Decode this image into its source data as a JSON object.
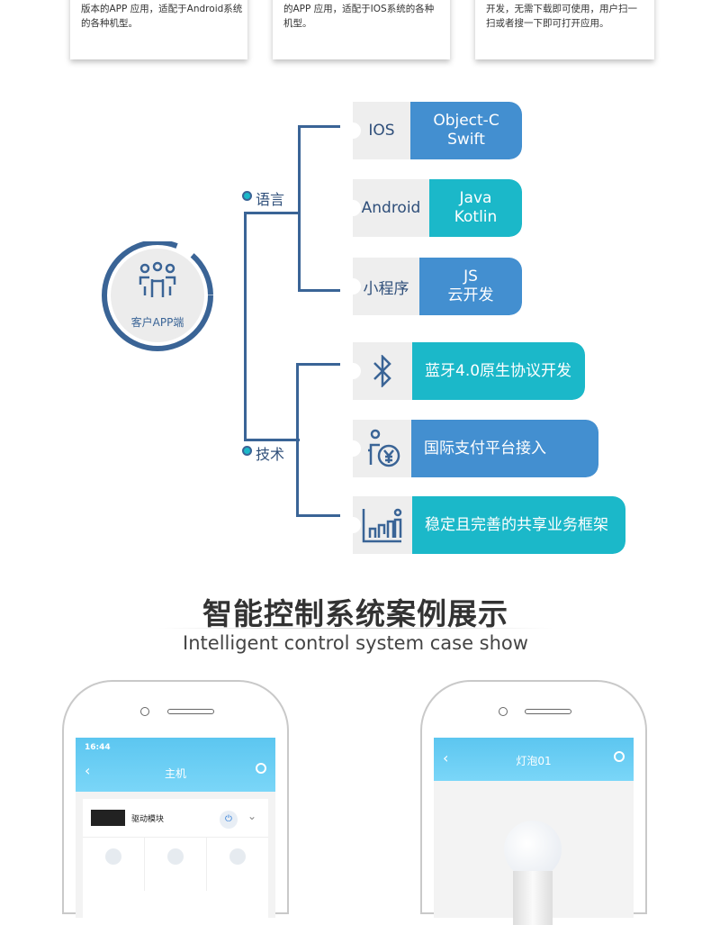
{
  "cards": [
    {
      "lines": [
        "版本的APP 应用，适配于Android系统",
        "的各种机型。"
      ]
    },
    {
      "lines": [
        "的APP 应用，适配于IOS系统的各种",
        "机型。"
      ]
    },
    {
      "lines": [
        "开发，无需下载即可使用，用户扫一",
        "扫或者搜一下即可打开应用。"
      ]
    }
  ],
  "center": {
    "label": "客户APP端",
    "icon": "users-icon"
  },
  "branches": {
    "language": "语言",
    "tech": "技术"
  },
  "language_items": [
    {
      "platform": "IOS",
      "langs": [
        "Object-C",
        "Swift"
      ],
      "color": "#438fd0"
    },
    {
      "platform": "Android",
      "langs": [
        "Java",
        "Kotlin"
      ],
      "color": "#1bb8c9"
    },
    {
      "platform": "小程序",
      "langs": [
        "JS",
        "云开发"
      ],
      "color": "#438fd0"
    }
  ],
  "tech_items": [
    {
      "icon": "bluetooth-icon",
      "label": "蓝牙4.0原生协议开发",
      "color": "#1bb8c9"
    },
    {
      "icon": "payment-user-icon",
      "label": "国际支付平台接入",
      "color": "#438fd0"
    },
    {
      "icon": "bar-chart-icon",
      "label": "稳定且完善的共享业务框架",
      "color": "#1bb8c9"
    }
  ],
  "section": {
    "title": "智能控制系统案例展示",
    "subtitle": "Intelligent control system case show"
  },
  "phone1": {
    "time": "16:44",
    "title": "主机",
    "module": "驱动模块"
  },
  "phone2": {
    "title": "灯泡01"
  }
}
